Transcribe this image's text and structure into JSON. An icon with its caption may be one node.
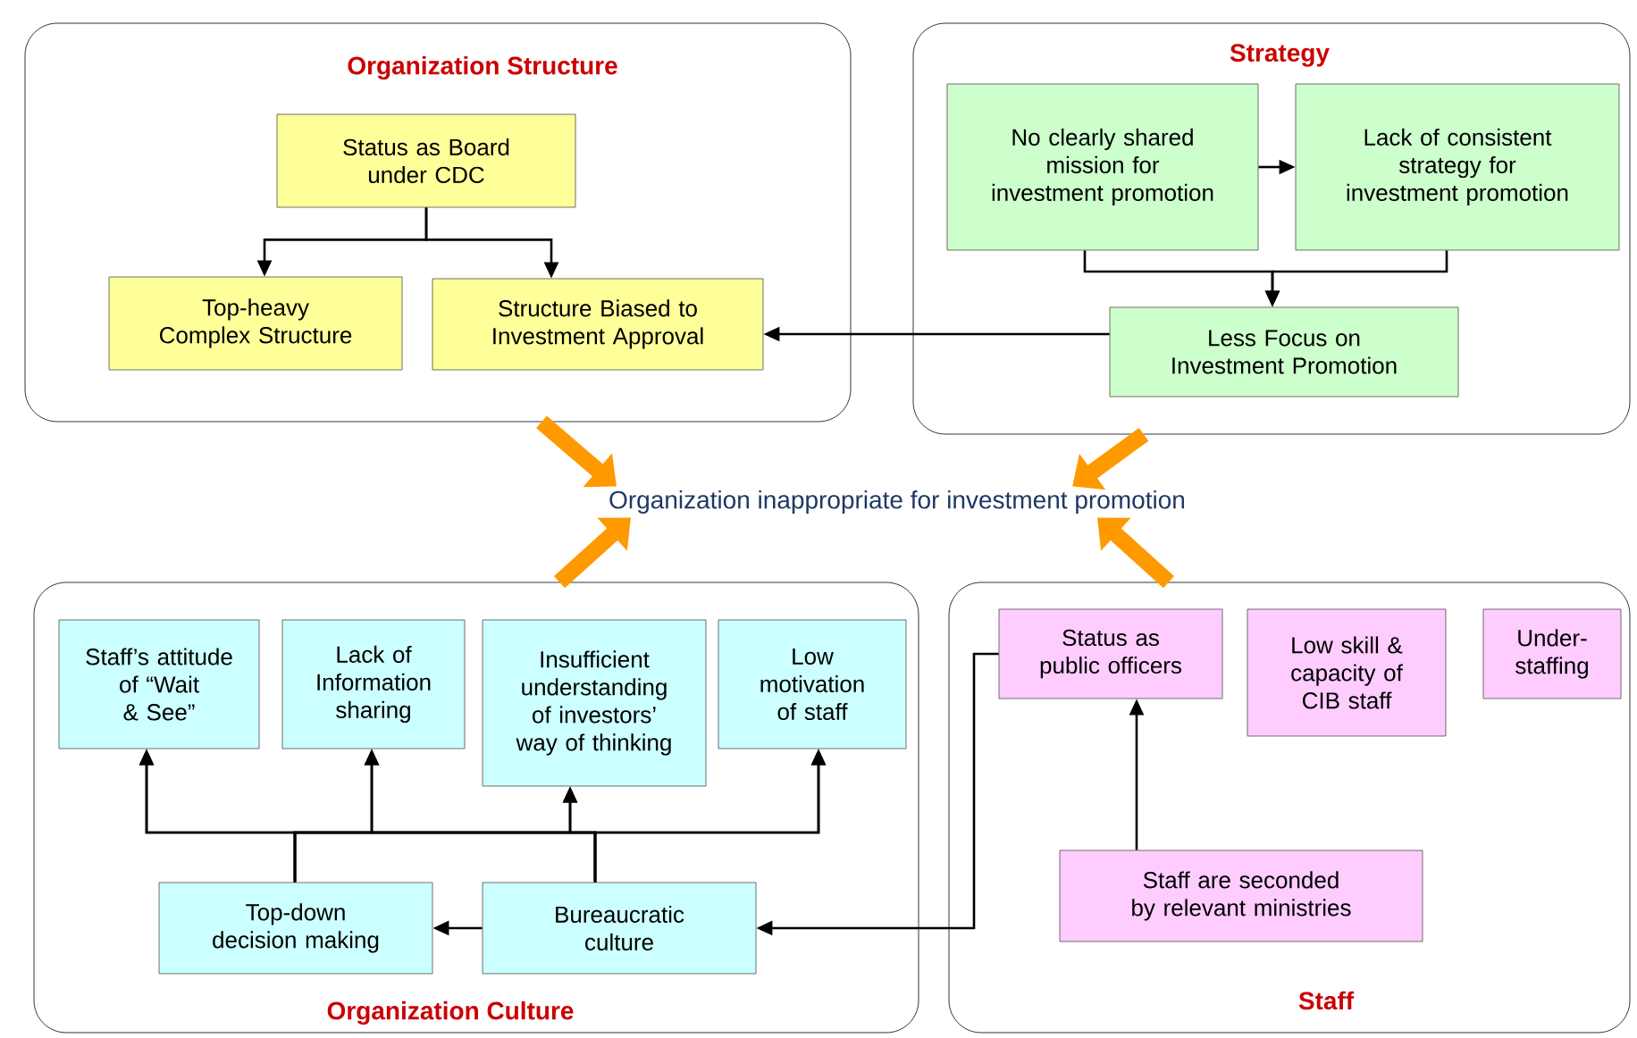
{
  "diagram": {
    "nodes": [
      {
        "text": [
          "Organization Structure"
        ]
      },
      {
        "text": [
          "Status as Board under CDC"
        ],
        "in": 0
      },
      {
        "text": [
          "Top-heavy Complex Structure"
        ],
        "in": 0
      },
      {
        "text": [
          "Structure Biased to Investment Approval"
        ],
        "in": 0
      },
      {
        "text": [
          "Strategy"
        ]
      },
      {
        "text": [
          "No clearly shared mission for investment promotion"
        ],
        "in": 4
      },
      {
        "text": [
          "Lack of consistent strategy for investment promotion"
        ],
        "in": 4
      },
      {
        "text": [
          "Less Focus on Investment Promotion"
        ],
        "in": 4
      },
      {
        "text": [
          "Organization inappropriate for investment promotion"
        ]
      },
      {
        "text": [
          "Organization Culture"
        ]
      },
      {
        "text": [
          "Staff’s attitude of “Wait & See”"
        ],
        "in": 9
      },
      {
        "text": [
          "Lack of Information sharing"
        ],
        "in": 9
      },
      {
        "text": [
          "Insufficient understanding of investors’ way of thinking"
        ],
        "in": 9
      },
      {
        "text": [
          "Low motivation of staff"
        ],
        "in": 9
      },
      {
        "text": [
          "Top-down decision making"
        ],
        "in": 9
      },
      {
        "text": [
          "Bureaucratic culture"
        ],
        "in": 9
      },
      {
        "text": [
          "Staff"
        ]
      },
      {
        "text": [
          "Status as public officers"
        ],
        "in": 16
      },
      {
        "text": [
          "Low skill & capacity of CIB staff"
        ],
        "in": 16
      },
      {
        "text": [
          "Under-staffing"
        ],
        "in": 16
      },
      {
        "text": [
          "Staff are seconded by relevant ministries"
        ],
        "in": 16
      }
    ],
    "edges": [
      {
        "from": 1,
        "to": 2,
        "arrow": "to"
      },
      {
        "from": 1,
        "to": 3,
        "arrow": "to"
      },
      {
        "from": 5,
        "to": 6,
        "arrow": "to"
      },
      {
        "from": 5,
        "to": 7,
        "arrow": "to"
      },
      {
        "from": 6,
        "to": 7,
        "arrow": "to"
      },
      {
        "from": 7,
        "to": 3,
        "arrow": "to"
      },
      {
        "from": 0,
        "to": 8,
        "arrow": "to",
        "style": "thick",
        "color": "#ff9900"
      },
      {
        "from": 4,
        "to": 8,
        "arrow": "to",
        "style": "thick",
        "color": "#ff9900"
      },
      {
        "from": 9,
        "to": 8,
        "arrow": "to",
        "style": "thick",
        "color": "#ff9900"
      },
      {
        "from": 16,
        "to": 8,
        "arrow": "to",
        "style": "thick",
        "color": "#ff9900"
      },
      {
        "from": 14,
        "to": 10,
        "arrow": "to"
      },
      {
        "from": 14,
        "to": 11,
        "arrow": "to"
      },
      {
        "from": 14,
        "to": 12,
        "arrow": "to"
      },
      {
        "from": 14,
        "to": 13,
        "arrow": "to"
      },
      {
        "from": 15,
        "to": 10,
        "arrow": "to"
      },
      {
        "from": 15,
        "to": 11,
        "arrow": "to"
      },
      {
        "from": 15,
        "to": 12,
        "arrow": "to"
      },
      {
        "from": 15,
        "to": 13,
        "arrow": "to"
      },
      {
        "from": 15,
        "to": 14,
        "arrow": "to"
      },
      {
        "from": 17,
        "to": 15,
        "arrow": "to"
      },
      {
        "from": 20,
        "to": 17,
        "arrow": "to"
      }
    ]
  }
}
